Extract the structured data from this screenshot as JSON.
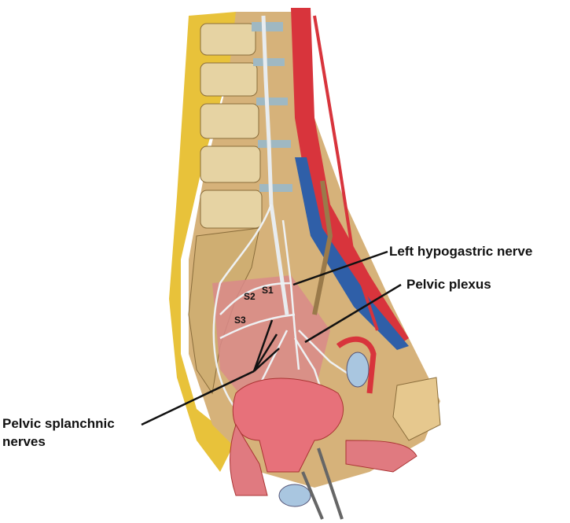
{
  "labels": {
    "left_hypogastric_nerve": "Left hypogastric nerve",
    "pelvic_plexus": "Pelvic plexus",
    "pelvic_splanchnic_line1": "Pelvic splanchnic",
    "pelvic_splanchnic_line2": "nerves",
    "s1": "S1",
    "s2": "S2",
    "s3": "S3"
  },
  "colors": {
    "fat": "#e8c23a",
    "bone": "#d9c08a",
    "artery": "#d8343c",
    "vein": "#2f5fa8",
    "nerve": "#e8ecef",
    "muscle": "#d98a8a",
    "organ": "#e7717a"
  }
}
